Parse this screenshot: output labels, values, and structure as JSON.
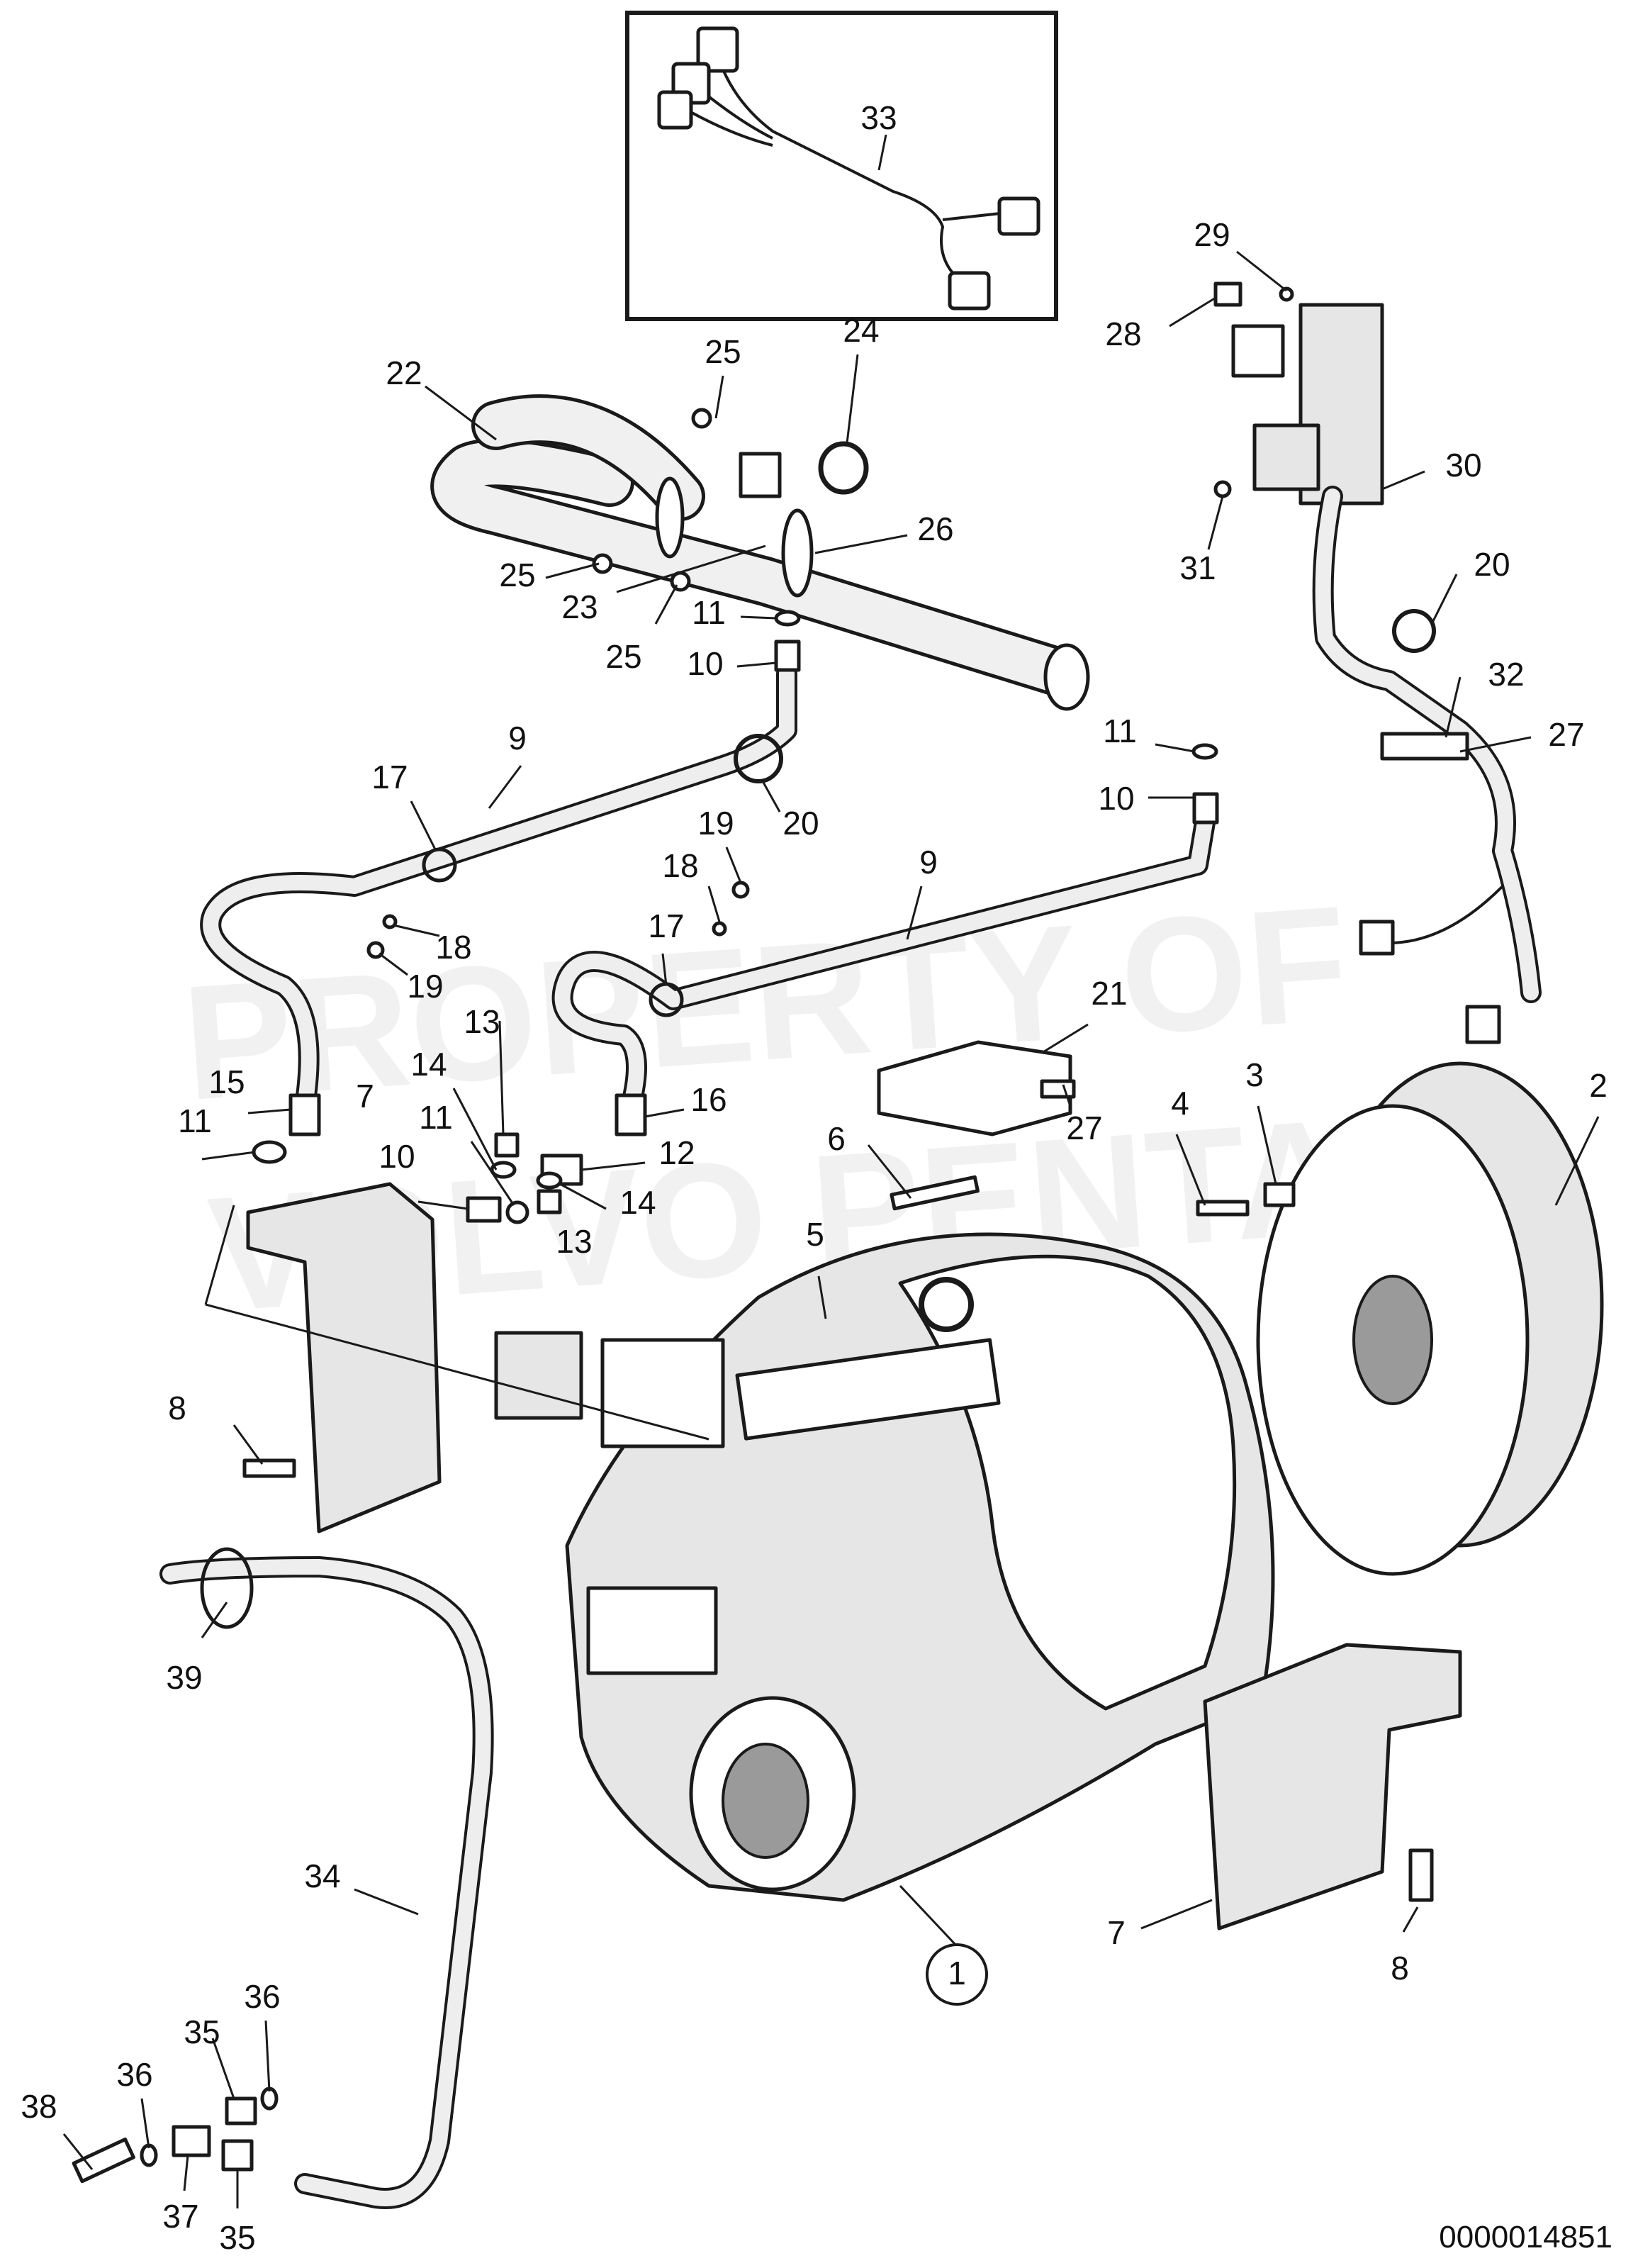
{
  "document_number": "0000014851",
  "watermark": {
    "line1": "PROPERTY OF",
    "line2": "VOLVO PENTA"
  },
  "callouts": {
    "c1": "1",
    "c2": "2",
    "c3": "3",
    "c4": "4",
    "c5": "5",
    "c6": "6",
    "c7a": "7",
    "c7b": "7",
    "c8a": "8",
    "c8b": "8",
    "c9a": "9",
    "c9b": "9",
    "c10a": "10",
    "c10b": "10",
    "c10c": "10",
    "c11a": "11",
    "c11b": "11",
    "c11c": "11",
    "c11d": "11",
    "c12": "12",
    "c13a": "13",
    "c13b": "13",
    "c14a": "14",
    "c14b": "14",
    "c15": "15",
    "c16": "16",
    "c17a": "17",
    "c17b": "17",
    "c18a": "18",
    "c18b": "18",
    "c19a": "19",
    "c19b": "19",
    "c20a": "20",
    "c20b": "20",
    "c21": "21",
    "c22": "22",
    "c23": "23",
    "c24": "24",
    "c25a": "25",
    "c25b": "25",
    "c25c": "25",
    "c26": "26",
    "c27a": "27",
    "c27b": "27",
    "c28": "28",
    "c29": "29",
    "c30": "30",
    "c31": "31",
    "c32": "32",
    "c33": "33",
    "c34": "34",
    "c35a": "35",
    "c35b": "35",
    "c36a": "36",
    "c36b": "36",
    "c37": "37",
    "c38": "38",
    "c39": "39"
  }
}
